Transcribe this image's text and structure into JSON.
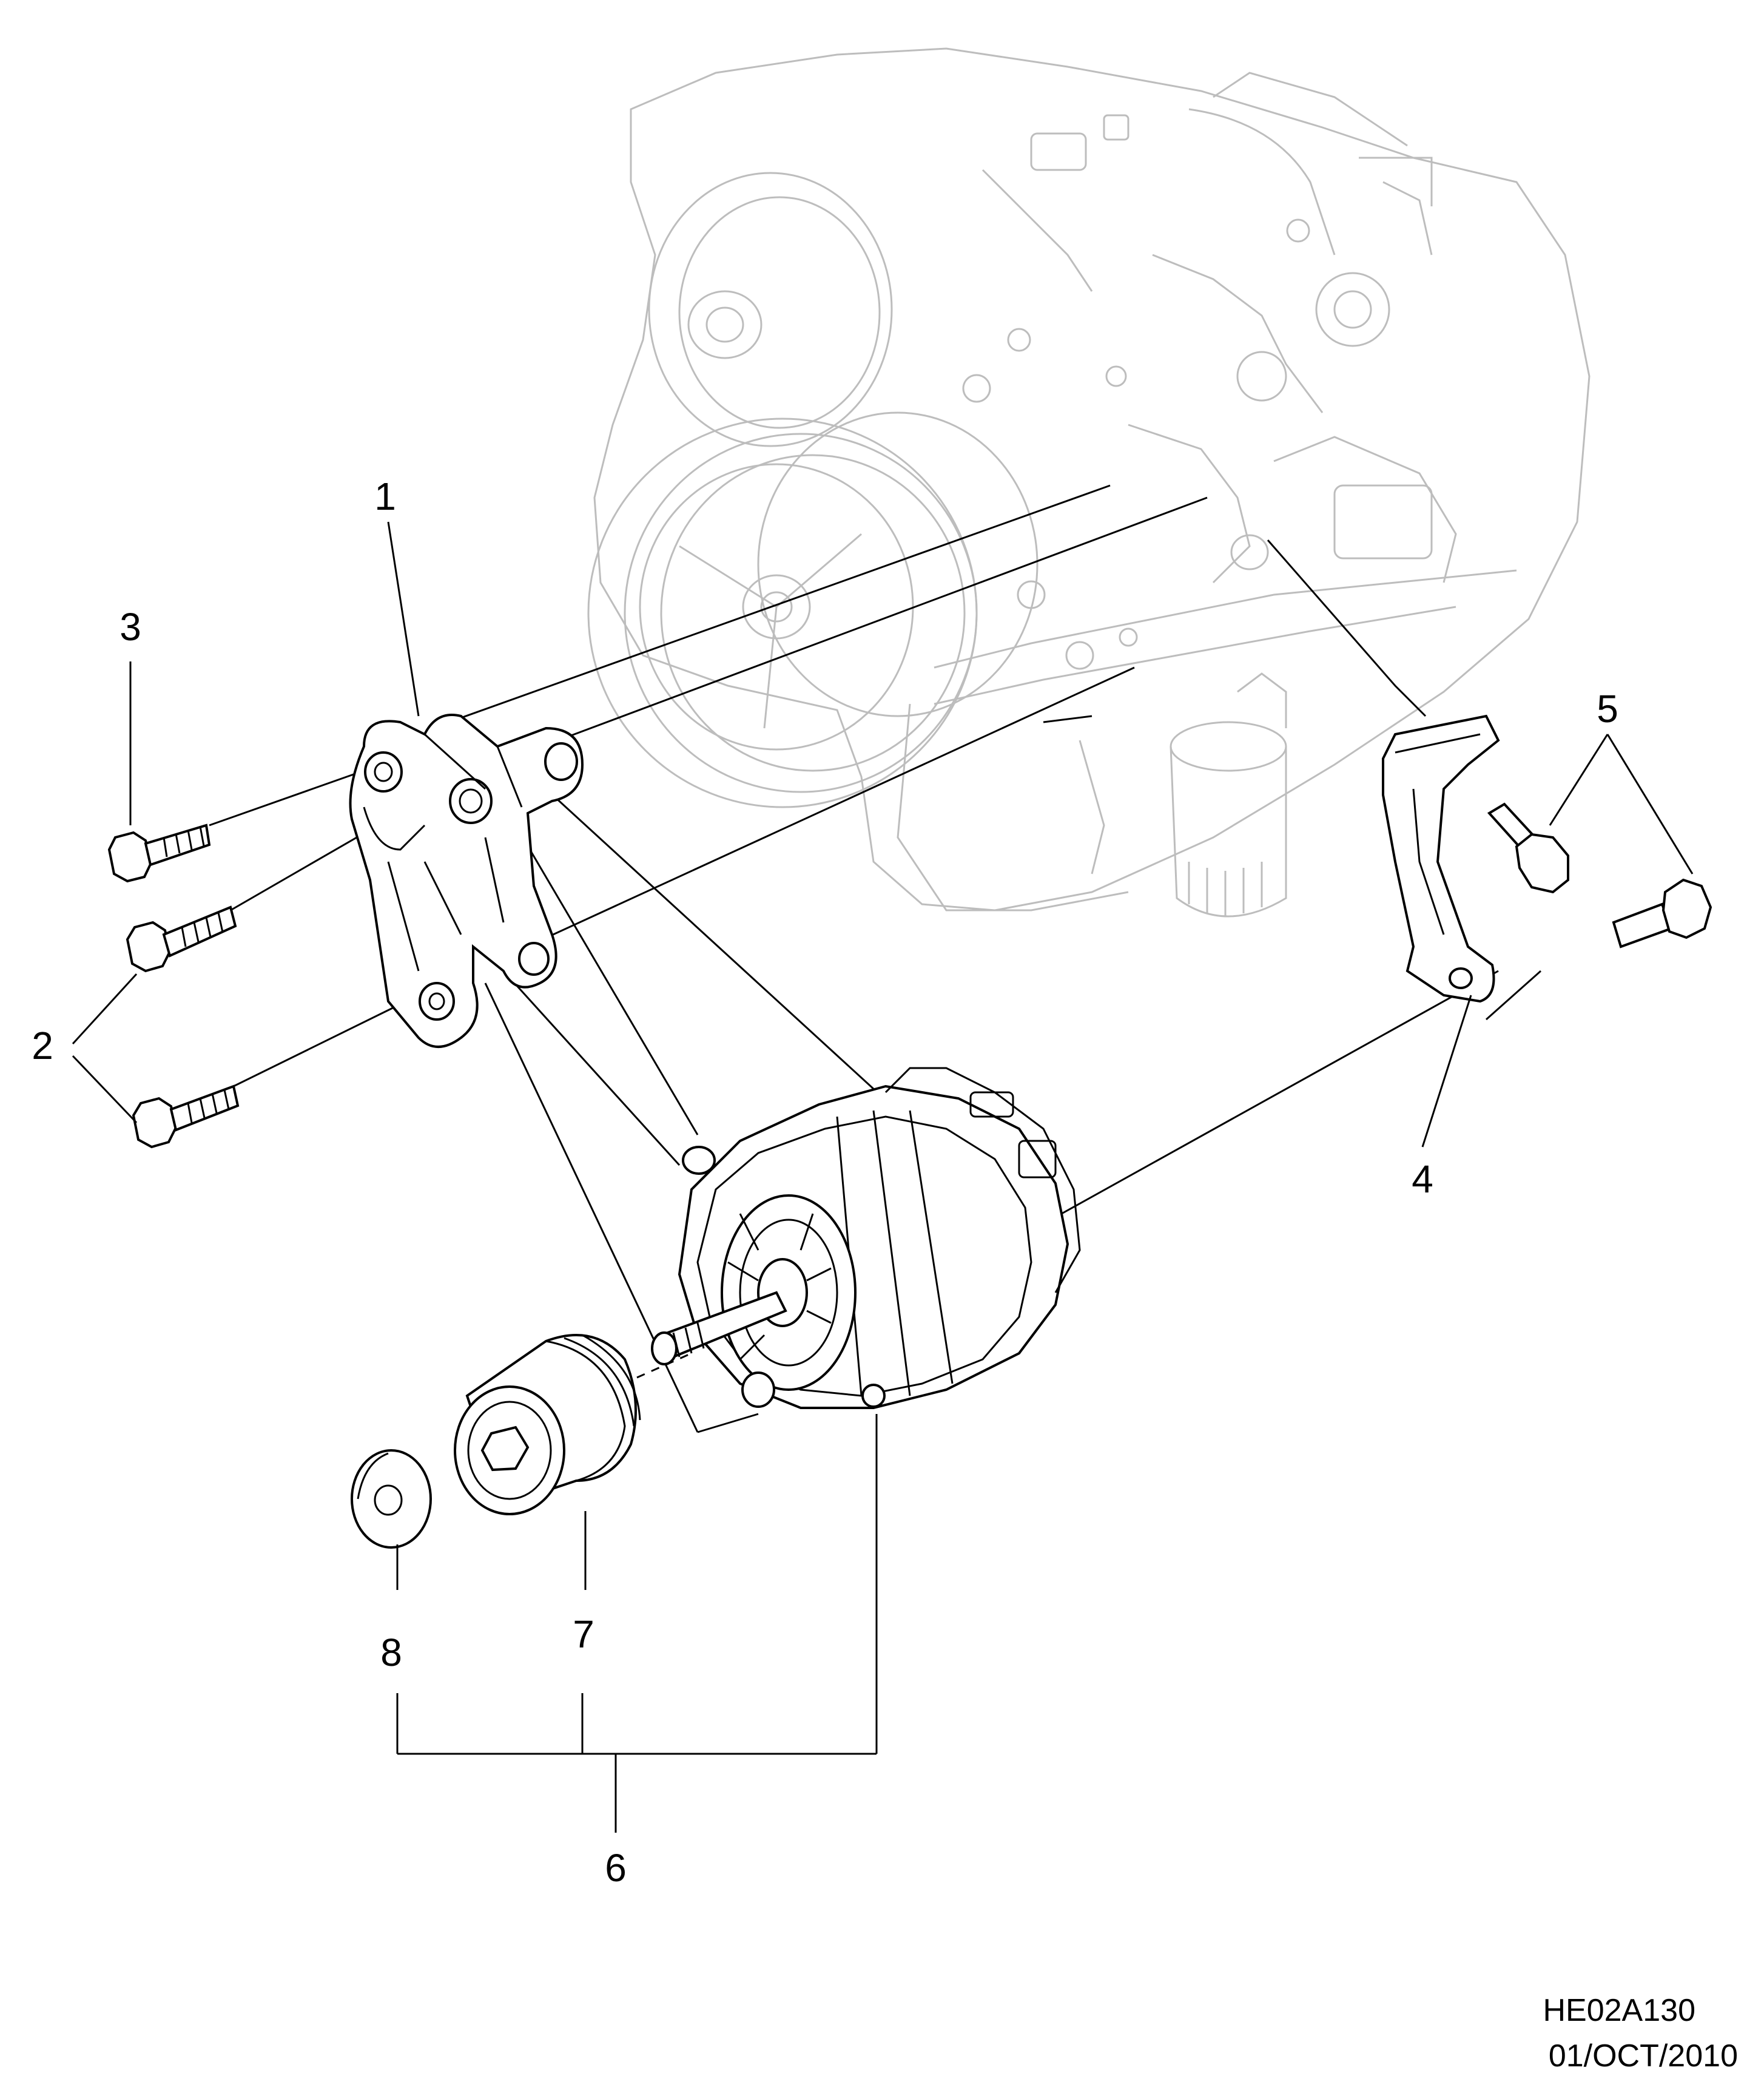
{
  "callouts": {
    "c1": "1",
    "c2": "2",
    "c3": "3",
    "c4": "4",
    "c5": "5",
    "c6": "6",
    "c7": "7",
    "c8": "8"
  },
  "reference": {
    "code": "HE02A130",
    "date": "01/OCT/2010"
  },
  "colors": {
    "line": "#000000",
    "engine_outline": "#bdbdbd",
    "background": "#ffffff"
  }
}
